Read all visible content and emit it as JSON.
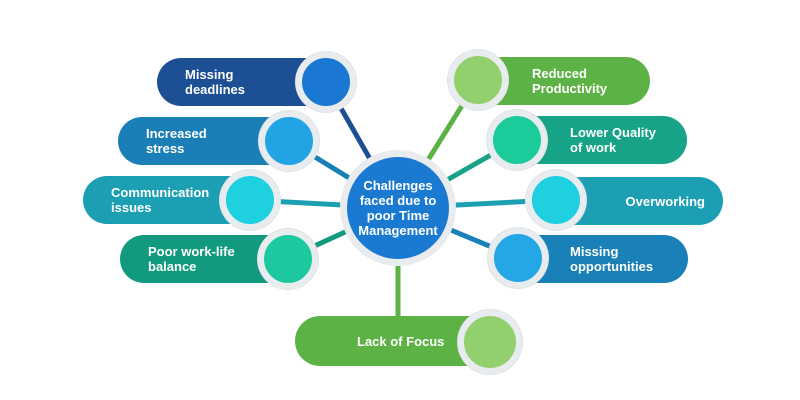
{
  "center": {
    "label": "Challenges faced due to poor Time Management",
    "color": "#1a7ad2"
  },
  "items": [
    {
      "label": "Missing  deadlines",
      "pill_color": "#1d4f95",
      "node_color": "#1a78d2",
      "line_color": "#1d4f95"
    },
    {
      "label": "Increased stress",
      "pill_color": "#1a7fb7",
      "node_color": "#22a4e4",
      "line_color": "#1a7fb7"
    },
    {
      "label": "Communication issues",
      "pill_color": "#1c9fb3",
      "node_color": "#1ed0e0",
      "line_color": "#1c9fb3"
    },
    {
      "label": "Poor work-life balance",
      "pill_color": "#129a7f",
      "node_color": "#1cc99f",
      "line_color": "#129a7f"
    },
    {
      "label": "Reduced Productivity",
      "pill_color": "#5db246",
      "node_color": "#92d06e",
      "line_color": "#5db246"
    },
    {
      "label": "Lower Quality of work",
      "pill_color": "#16a386",
      "node_color": "#1ccb9c",
      "line_color": "#16a386"
    },
    {
      "label": "Overworking",
      "pill_color": "#1c9fb3",
      "node_color": "#1ed0e0",
      "line_color": "#1c9fb3"
    },
    {
      "label": "Missing opportunities",
      "pill_color": "#1a80b8",
      "node_color": "#23a7e6",
      "line_color": "#1a80b8"
    },
    {
      "label": "Lack of Focus",
      "pill_color": "#5db246",
      "node_color": "#92d06e",
      "line_color": "#5db246"
    }
  ]
}
